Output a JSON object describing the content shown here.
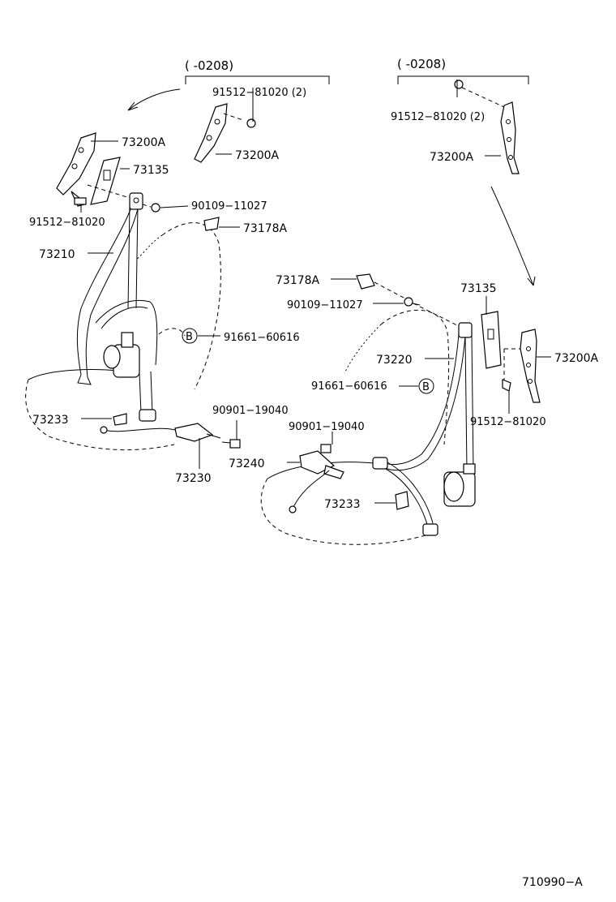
{
  "header_left": "(        -0208)",
  "header_right": "(        -0208)",
  "labels": {
    "l_91512_top": "91512−81020 (2)",
    "l_73200A_a": "73200A",
    "l_73200A_b": "73200A",
    "l_73135_a": "73135",
    "l_90109_a": "90109−11027",
    "l_91512_a": "91512−81020",
    "l_73178A_a": "73178A",
    "l_73210": "73210",
    "l_91661_a": "91661−60616",
    "l_73233_a": "73233",
    "l_90901_a": "90901−19040",
    "l_73230": "73230",
    "l_91512_r_top": "91512−81020 (2)",
    "l_73200A_c": "73200A",
    "l_73178A_b": "73178A",
    "l_90109_b": "90109−11027",
    "l_73135_b": "73135",
    "l_73200A_d": "73200A",
    "l_73220": "73220",
    "l_91661_b": "91661−60616",
    "l_91512_b": "91512−81020",
    "l_90901_b": "90901−19040",
    "l_73240": "73240",
    "l_73233_b": "73233",
    "circle_b_1": "B",
    "circle_b_2": "B"
  },
  "figure_code": "710990−A"
}
